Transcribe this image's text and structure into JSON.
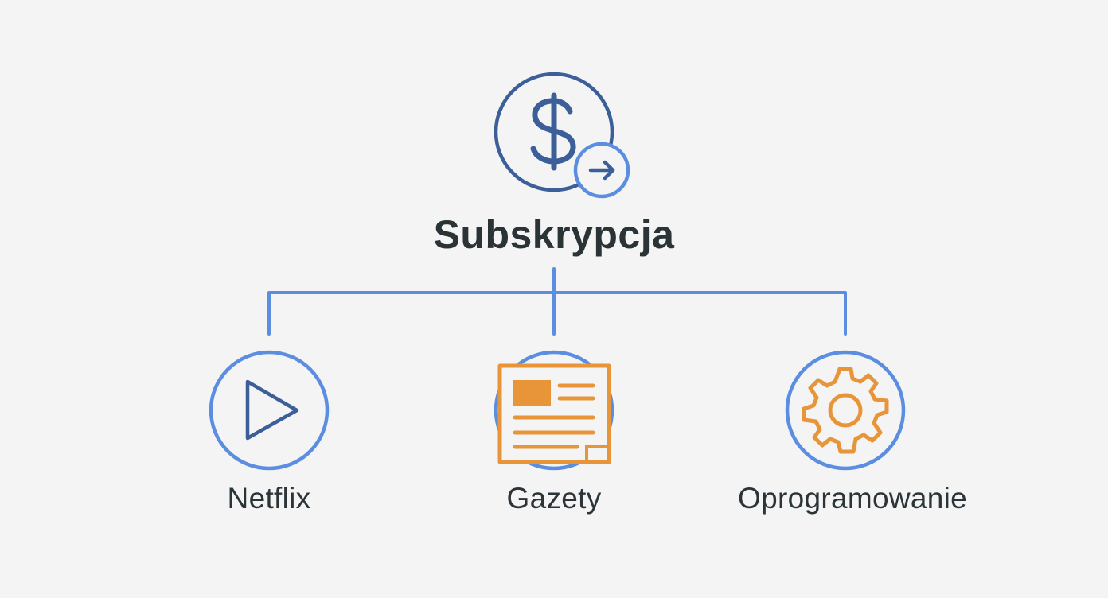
{
  "root": {
    "label": "Subskrypcja",
    "icon": "dollar-arrow-icon"
  },
  "children": [
    {
      "label": "Netflix",
      "icon": "play-icon"
    },
    {
      "label": "Gazety",
      "icon": "newspaper-icon"
    },
    {
      "label": "Oprogramowanie",
      "icon": "gear-icon"
    }
  ],
  "colors": {
    "background": "#f4f4f4",
    "dark_blue": "#3d5f99",
    "light_blue": "#5b8ee0",
    "orange": "#e8953a",
    "text": "#2b3438"
  }
}
